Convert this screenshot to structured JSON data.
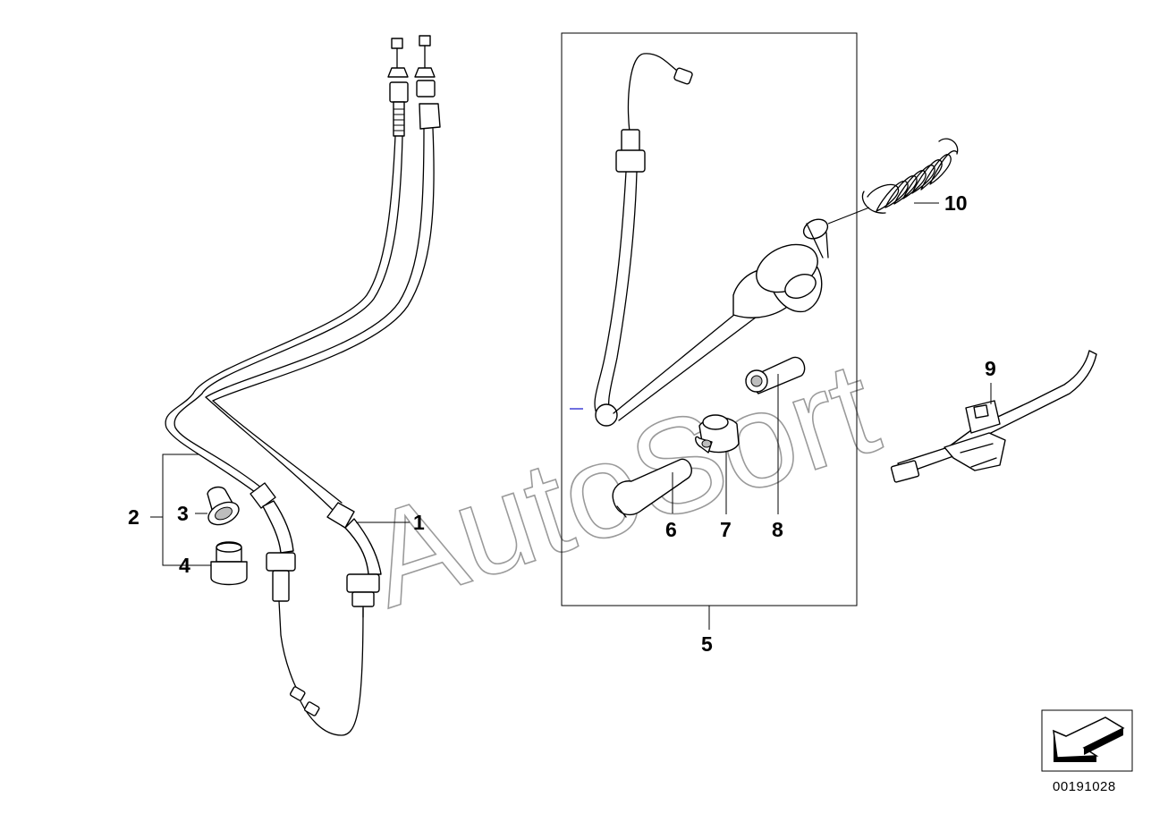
{
  "diagram": {
    "drawing_number": "00191028",
    "watermark": "AutoSort",
    "callouts": {
      "c1": "1",
      "c2": "2",
      "c3": "3",
      "c4": "4",
      "c5": "5",
      "c6": "6",
      "c7": "7",
      "c8": "8",
      "c9": "9",
      "c10": "10"
    }
  }
}
